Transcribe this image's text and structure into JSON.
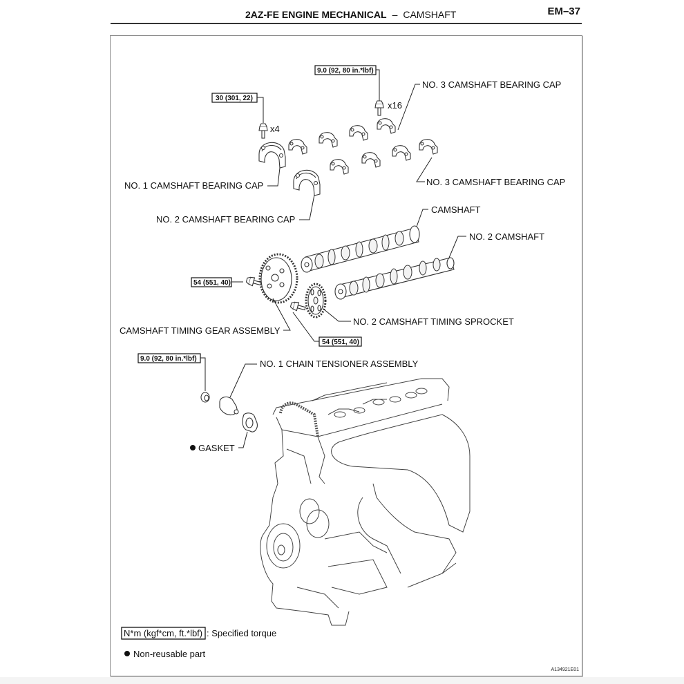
{
  "header": {
    "section_bold": "2AZ-FE ENGINE MECHANICAL",
    "separator": "–",
    "section_sub": "CAMSHAFT",
    "page_number": "EM–37"
  },
  "torque_specs": {
    "bearing_cap_bolt_no3": "9.0 (92, 80 in.*lbf)",
    "bearing_cap_bolt_no1": "30 (301, 22)",
    "timing_gear_bolt": "54 (551, 40)",
    "sprocket_bolt": "54 (551, 40)",
    "tensioner_nut": "9.0 (92, 80 in.*lbf)"
  },
  "quantities": {
    "no3_bolts": "x16",
    "no1_bolts": "x4"
  },
  "part_labels": {
    "no3_bearing_cap_upper": "NO. 3 CAMSHAFT BEARING CAP",
    "no3_bearing_cap_lower": "NO. 3 CAMSHAFT BEARING CAP",
    "no1_bearing_cap": "NO. 1 CAMSHAFT BEARING CAP",
    "no2_bearing_cap": "NO. 2 CAMSHAFT BEARING CAP",
    "camshaft": "CAMSHAFT",
    "no2_camshaft": "NO. 2 CAMSHAFT",
    "timing_gear_assembly": "CAMSHAFT TIMING GEAR ASSEMBLY",
    "no2_timing_sprocket": "NO. 2 CAMSHAFT TIMING SPROCKET",
    "no1_chain_tensioner": "NO. 1 CHAIN TENSIONER ASSEMBLY",
    "gasket": "GASKET"
  },
  "legend": {
    "torque_box": "N*m (kgf*cm, ft.*lbf)",
    "torque_desc": ": Specified torque",
    "non_reusable": "Non-reusable part"
  },
  "figure_id": "A134921E01"
}
